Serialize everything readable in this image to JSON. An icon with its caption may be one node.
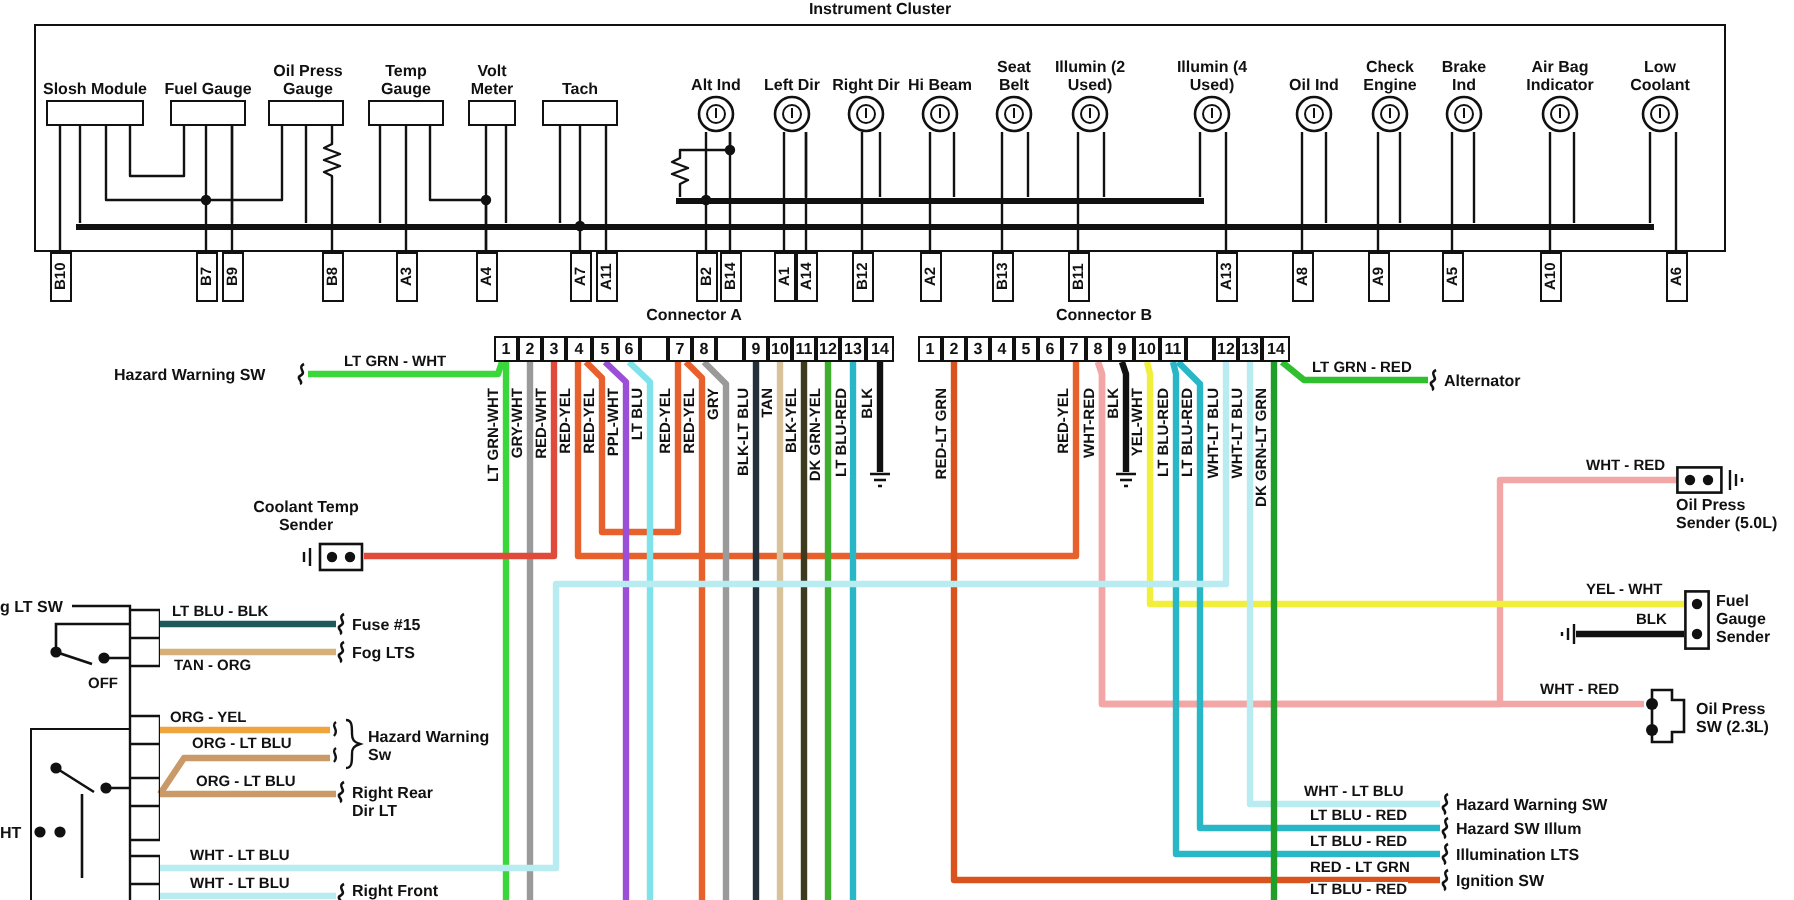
{
  "diagram": {
    "nodes": [
      {
        "text": [
          "Instrument Cluster"
        ]
      },
      {
        "text": [
          "Slosh Module"
        ],
        "in": 0
      },
      {
        "text": [
          "Fuel Gauge"
        ],
        "in": 0
      },
      {
        "text": [
          "Oil Press Gauge"
        ],
        "in": 0
      },
      {
        "text": [
          "Temp Gauge"
        ],
        "in": 0
      },
      {
        "text": [
          "Volt Meter"
        ],
        "in": 0
      },
      {
        "text": [
          "Tach"
        ],
        "in": 0
      },
      {
        "text": [
          "Alt Ind"
        ],
        "in": 0
      },
      {
        "text": [
          "Left Dir"
        ],
        "in": 0
      },
      {
        "text": [
          "Right Dir"
        ],
        "in": 0
      },
      {
        "text": [
          "Hi Beam"
        ],
        "in": 0
      },
      {
        "text": [
          "Seat Belt"
        ],
        "in": 0
      },
      {
        "text": [
          "Illumin (2 Used)"
        ],
        "in": 0
      },
      {
        "text": [
          "Illumin (4 Used)"
        ],
        "in": 0
      },
      {
        "text": [
          "Oil Ind"
        ],
        "in": 0
      },
      {
        "text": [
          "Check Engine"
        ],
        "in": 0
      },
      {
        "text": [
          "Brake Ind"
        ],
        "in": 0
      },
      {
        "text": [
          "Air Bag Indicator"
        ],
        "in": 0
      },
      {
        "text": [
          "Low Coolant"
        ],
        "in": 0
      },
      {
        "text": [
          "B10"
        ]
      },
      {
        "text": [
          "B7"
        ]
      },
      {
        "text": [
          "B9"
        ]
      },
      {
        "text": [
          "B8"
        ]
      },
      {
        "text": [
          "A3"
        ]
      },
      {
        "text": [
          "A4"
        ]
      },
      {
        "text": [
          "A7"
        ]
      },
      {
        "text": [
          "A11"
        ]
      },
      {
        "text": [
          "B2"
        ]
      },
      {
        "text": [
          "B14"
        ]
      },
      {
        "text": [
          "A1"
        ]
      },
      {
        "text": [
          "A14"
        ]
      },
      {
        "text": [
          "B12"
        ]
      },
      {
        "text": [
          "A2"
        ]
      },
      {
        "text": [
          "B13"
        ]
      },
      {
        "text": [
          "B11"
        ]
      },
      {
        "text": [
          "A13"
        ]
      },
      {
        "text": [
          "A8"
        ]
      },
      {
        "text": [
          "A9"
        ]
      },
      {
        "text": [
          "A5"
        ]
      },
      {
        "text": [
          "A10"
        ]
      },
      {
        "text": [
          "A6"
        ]
      },
      {
        "text": [
          "Connector A"
        ]
      },
      {
        "text": [
          "1"
        ],
        "in": 41
      },
      {
        "text": [
          "2"
        ],
        "in": 41
      },
      {
        "text": [
          "3"
        ],
        "in": 41
      },
      {
        "text": [
          "4"
        ],
        "in": 41
      },
      {
        "text": [
          "5"
        ],
        "in": 41
      },
      {
        "text": [
          "6"
        ],
        "in": 41
      },
      {
        "text": [],
        "shape": "box",
        "in": 41
      },
      {
        "text": [
          "7"
        ],
        "in": 41
      },
      {
        "text": [
          "8"
        ],
        "in": 41
      },
      {
        "text": [],
        "shape": "box",
        "in": 41
      },
      {
        "text": [
          "9"
        ],
        "in": 41
      },
      {
        "text": [
          "10"
        ],
        "in": 41
      },
      {
        "text": [
          "11"
        ],
        "in": 41
      },
      {
        "text": [
          "12"
        ],
        "in": 41
      },
      {
        "text": [
          "13"
        ],
        "in": 41
      },
      {
        "text": [
          "14"
        ],
        "in": 41
      },
      {
        "text": [
          "Connector B"
        ]
      },
      {
        "text": [
          "1"
        ],
        "in": 58
      },
      {
        "text": [
          "2"
        ],
        "in": 58
      },
      {
        "text": [
          "3"
        ],
        "in": 58
      },
      {
        "text": [
          "4"
        ],
        "in": 58
      },
      {
        "text": [
          "5"
        ],
        "in": 58
      },
      {
        "text": [
          "6"
        ],
        "in": 58
      },
      {
        "text": [
          "7"
        ],
        "in": 58
      },
      {
        "text": [
          "8"
        ],
        "in": 58
      },
      {
        "text": [
          "9"
        ],
        "in": 58
      },
      {
        "text": [
          "10"
        ],
        "in": 58
      },
      {
        "text": [
          "11"
        ],
        "in": 58
      },
      {
        "text": [],
        "shape": "box",
        "in": 58
      },
      {
        "text": [
          "12"
        ],
        "in": 58
      },
      {
        "text": [
          "13"
        ],
        "in": 58
      },
      {
        "text": [
          "14"
        ],
        "in": 58
      },
      {
        "text": [
          "Hazard Warning SW"
        ]
      },
      {
        "text": [
          "Coolant Temp Sender"
        ]
      },
      {
        "text": [
          "Alternator"
        ]
      },
      {
        "text": [
          "Oil Press Sender (5.0L)"
        ]
      },
      {
        "text": [
          "Fuel Gauge Sender"
        ]
      },
      {
        "text": [
          "Oil Press SW (2.3L)"
        ]
      },
      {
        "text": [
          "g LT SW"
        ]
      },
      {
        "text": [
          "HT"
        ],
        "in": 80
      },
      {
        "text": [
          "Fuse #15"
        ]
      },
      {
        "text": [
          "Fog LTS"
        ]
      },
      {
        "text": [
          "Hazard Warning Sw"
        ]
      },
      {
        "text": [
          "Right Rear Dir LT"
        ]
      },
      {
        "text": [
          "Right Front"
        ]
      },
      {
        "text": [
          "Hazard Warning SW"
        ]
      },
      {
        "text": [
          "Hazard SW Illum"
        ]
      },
      {
        "text": [
          "Illumination LTS"
        ]
      },
      {
        "text": [
          "Ignition SW"
        ]
      },
      {
        "text": [],
        "shape": "bar",
        "in": 0
      },
      {
        "text": [],
        "shape": "bar",
        "in": 0
      }
    ],
    "edges": [
      {
        "from": 1,
        "to": 19,
        "arrow": "none"
      },
      {
        "from": 2,
        "to": 20,
        "arrow": "none"
      },
      {
        "from": 2,
        "to": 21,
        "arrow": "none"
      },
      {
        "from": 3,
        "to": 22,
        "arrow": "none"
      },
      {
        "from": 4,
        "to": 23,
        "arrow": "none"
      },
      {
        "from": 5,
        "to": 24,
        "arrow": "none"
      },
      {
        "from": 6,
        "to": 25,
        "arrow": "none"
      },
      {
        "from": 6,
        "to": 26,
        "arrow": "none"
      },
      {
        "from": 7,
        "to": 27,
        "arrow": "none"
      },
      {
        "from": 7,
        "to": 28,
        "arrow": "none"
      },
      {
        "from": 8,
        "to": 29,
        "arrow": "none"
      },
      {
        "from": 8,
        "to": 30,
        "arrow": "none"
      },
      {
        "from": 9,
        "to": 31,
        "arrow": "none"
      },
      {
        "from": 10,
        "to": 32,
        "arrow": "none"
      },
      {
        "from": 11,
        "to": 33,
        "arrow": "none"
      },
      {
        "from": 12,
        "to": 34,
        "arrow": "none"
      },
      {
        "from": 13,
        "to": 35,
        "arrow": "none"
      },
      {
        "from": 14,
        "to": 36,
        "arrow": "none"
      },
      {
        "from": 15,
        "to": 37,
        "arrow": "none"
      },
      {
        "from": 16,
        "to": 38,
        "arrow": "none"
      },
      {
        "from": 17,
        "to": 39,
        "arrow": "none"
      },
      {
        "from": 18,
        "to": 40,
        "arrow": "none"
      },
      {
        "from": 42,
        "to": 74,
        "arrow": "none",
        "label": "LT GRN - WHT",
        "style": "thick",
        "color": "#39d739"
      },
      {
        "from": 42,
        "to": null,
        "arrow": "none",
        "label": "LT GRN-WHT",
        "style": "thick",
        "color": "#39d739"
      },
      {
        "from": 43,
        "to": null,
        "arrow": "none",
        "label": "GRY-WHT",
        "style": "thick",
        "color": "#9a9a9a"
      },
      {
        "from": 44,
        "to": 75,
        "arrow": "none",
        "label": "RED-WHT",
        "style": "thick",
        "color": "#e04a3a"
      },
      {
        "from": 45,
        "to": 65,
        "arrow": "none",
        "label": "RED-YEL",
        "style": "thick",
        "color": "#e8602c"
      },
      {
        "from": 45,
        "to": 49,
        "arrow": "none",
        "label": "RED-YEL",
        "style": "thick",
        "color": "#e8602c"
      },
      {
        "from": 46,
        "to": null,
        "arrow": "none",
        "label": "PPL-WHT",
        "style": "thick",
        "color": "#9a4fd6"
      },
      {
        "from": 47,
        "to": null,
        "arrow": "none",
        "label": "LT BLU",
        "style": "thick",
        "color": "#7fe3ec"
      },
      {
        "from": 49,
        "to": null,
        "arrow": "none",
        "label": "RED-YEL",
        "style": "thick",
        "color": "#e8602c"
      },
      {
        "from": 50,
        "to": null,
        "arrow": "none",
        "label": "GRY",
        "style": "thick",
        "color": "#9a9a9a"
      },
      {
        "from": 52,
        "to": null,
        "arrow": "none",
        "label": "BLK-LT BLU",
        "style": "thick",
        "color": "#24303a"
      },
      {
        "from": 53,
        "to": null,
        "arrow": "none",
        "label": "TAN",
        "style": "thick",
        "color": "#d7c29b"
      },
      {
        "from": 54,
        "to": null,
        "arrow": "none",
        "label": "BLK-YEL",
        "style": "thick",
        "color": "#3d3a1e"
      },
      {
        "from": 55,
        "to": null,
        "arrow": "none",
        "label": "DK GRN-YEL",
        "style": "thick",
        "color": "#3fae2e"
      },
      {
        "from": 56,
        "to": null,
        "arrow": "none",
        "label": "LT BLU-RED",
        "style": "thick",
        "color": "#29b6c6"
      },
      {
        "from": 57,
        "to": null,
        "arrow": "none",
        "label": "BLK",
        "style": "thick"
      },
      {
        "from": 60,
        "to": 90,
        "arrow": "none",
        "label": "RED - LT GRN",
        "style": "thick",
        "color": "#d9531e"
      },
      {
        "from": 66,
        "to": 77,
        "arrow": "none",
        "label": "WHT - RED",
        "style": "thick",
        "color": "#f2a6a6"
      },
      {
        "from": 66,
        "to": 79,
        "arrow": "none",
        "label": "WHT - RED",
        "style": "thick",
        "color": "#f2a6a6"
      },
      {
        "from": 67,
        "to": null,
        "arrow": "none",
        "label": "BLK",
        "style": "thick"
      },
      {
        "from": 68,
        "to": 78,
        "arrow": "none",
        "label": "YEL - WHT",
        "style": "thick",
        "color": "#f2ee3c"
      },
      {
        "from": 78,
        "to": null,
        "arrow": "none",
        "label": "BLK",
        "style": "thick"
      },
      {
        "from": 69,
        "to": 89,
        "arrow": "none",
        "label": "LT BLU - RED",
        "style": "thick",
        "color": "#29b6c6"
      },
      {
        "from": 69,
        "to": 88,
        "arrow": "none",
        "label": "LT BLU - RED",
        "style": "thick",
        "color": "#29b6c6"
      },
      {
        "from": 71,
        "to": 80,
        "arrow": "none",
        "label": "WHT - LT BLU",
        "style": "thick",
        "color": "#b8ecf0"
      },
      {
        "from": 80,
        "to": 86,
        "arrow": "none",
        "label": "WHT - LT BLU",
        "style": "thick",
        "color": "#b8ecf0"
      },
      {
        "from": 72,
        "to": 87,
        "arrow": "none",
        "label": "WHT - LT BLU",
        "style": "thick",
        "color": "#b8ecf0"
      },
      {
        "from": 73,
        "to": null,
        "arrow": "none",
        "label": "DK GRN-LT GRN",
        "style": "thick",
        "color": "#1f9e2a"
      },
      {
        "from": 73,
        "to": 76,
        "arrow": "none",
        "label": "LT GRN - RED",
        "style": "thick",
        "color": "#2fbf2f"
      },
      {
        "from": 80,
        "to": 82,
        "arrow": "none",
        "label": "LT BLU - BLK",
        "style": "thick",
        "color": "#1f5a5a"
      },
      {
        "from": 80,
        "to": 83,
        "arrow": "none",
        "label": "TAN - ORG",
        "style": "thick",
        "color": "#d6b07a"
      },
      {
        "from": 80,
        "to": 84,
        "arrow": "none",
        "label": "ORG - YEL",
        "style": "thick",
        "color": "#f0a53c"
      },
      {
        "from": 80,
        "to": 84,
        "arrow": "none",
        "label": "ORG - LT BLU",
        "style": "thick",
        "color": "#c99a68"
      },
      {
        "from": 80,
        "to": 85,
        "arrow": "none",
        "label": "ORG - LT BLU",
        "style": "thick",
        "color": "#c99a68"
      },
      {
        "from": 4,
        "to": 24,
        "arrow": "none"
      },
      {
        "from": 1,
        "to": 3,
        "arrow": "none"
      },
      {
        "from": 1,
        "to": 2,
        "arrow": "none"
      },
      {
        "from": 1,
        "to": 92,
        "arrow": "none"
      },
      {
        "from": 2,
        "to": 92,
        "arrow": "none"
      },
      {
        "from": 3,
        "to": 92,
        "arrow": "none"
      },
      {
        "from": 4,
        "to": 92,
        "arrow": "none"
      },
      {
        "from": 5,
        "to": 92,
        "arrow": "none"
      },
      {
        "from": 6,
        "to": 92,
        "arrow": "none"
      },
      {
        "from": 14,
        "to": 92,
        "arrow": "none"
      },
      {
        "from": 15,
        "to": 92,
        "arrow": "none"
      },
      {
        "from": 16,
        "to": 92,
        "arrow": "none"
      },
      {
        "from": 17,
        "to": 92,
        "arrow": "none"
      },
      {
        "from": 18,
        "to": 92,
        "arrow": "none"
      },
      {
        "from": 7,
        "to": 91,
        "arrow": "none"
      },
      {
        "from": 8,
        "to": 91,
        "arrow": "none"
      },
      {
        "from": 9,
        "to": 91,
        "arrow": "none"
      },
      {
        "from": 10,
        "to": 91,
        "arrow": "none"
      },
      {
        "from": 11,
        "to": 91,
        "arrow": "none"
      },
      {
        "from": 12,
        "to": 91,
        "arrow": "none"
      },
      {
        "from": 13,
        "to": 91,
        "arrow": "none"
      }
    ],
    "labels": [
      "RED-YEL",
      "RED-LT GRN",
      "RED-YEL",
      "WHT-RED",
      "YEL-WHT",
      "LT BLU-RED",
      "LT BLU-RED",
      "WHT-LT BLU",
      "WHT-LT BLU",
      "OFF",
      "LT BLU - RED"
    ]
  }
}
